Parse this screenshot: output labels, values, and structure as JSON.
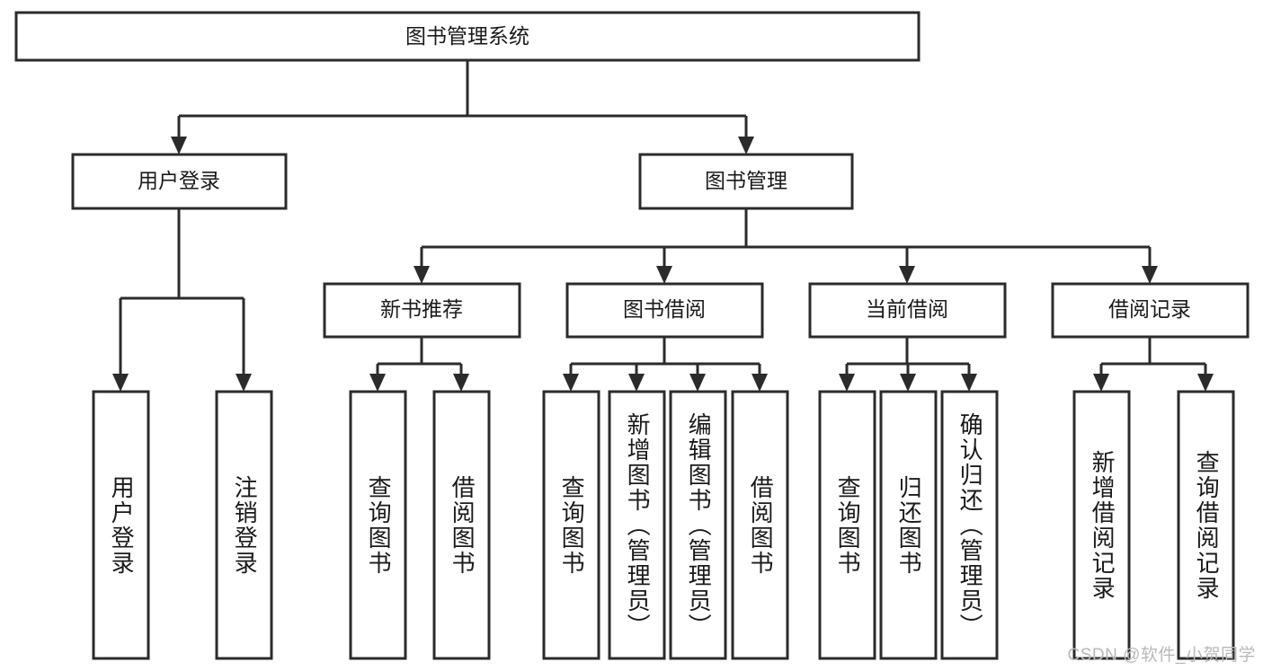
{
  "diagram": {
    "type": "tree-hierarchy",
    "title": "图书管理系统",
    "orientation": "top-down",
    "colors": {
      "box_stroke": "#2b2b2b",
      "box_fill": "#ffffff",
      "connector": "#2b2b2b",
      "text": "#1a1a1a",
      "watermark": "#b9b9b9",
      "background": "#ffffff"
    },
    "root": {
      "label": "图书管理系统"
    },
    "level2": [
      {
        "label": "用户登录"
      },
      {
        "label": "图书管理"
      }
    ],
    "level3": [
      {
        "label": "新书推荐"
      },
      {
        "label": "图书借阅"
      },
      {
        "label": "当前借阅"
      },
      {
        "label": "借阅记录"
      }
    ],
    "leaves": {
      "user_login": [
        {
          "label": "用户登录"
        },
        {
          "label": "注销登录"
        }
      ],
      "new_book_recommend": [
        {
          "label": "查询图书"
        },
        {
          "label": "借阅图书"
        }
      ],
      "book_borrow": [
        {
          "label": "查询图书"
        },
        {
          "label": "新增图书（管理员）"
        },
        {
          "label": "编辑图书（管理员）"
        },
        {
          "label": "借阅图书"
        }
      ],
      "current_borrow": [
        {
          "label": "查询图书"
        },
        {
          "label": "归还图书"
        },
        {
          "label": "确认归还（管理员）"
        }
      ],
      "borrow_record": [
        {
          "label": "新增借阅记录"
        },
        {
          "label": "查询借阅记录"
        }
      ]
    },
    "watermark": "CSDN @软件_小贺同学"
  }
}
